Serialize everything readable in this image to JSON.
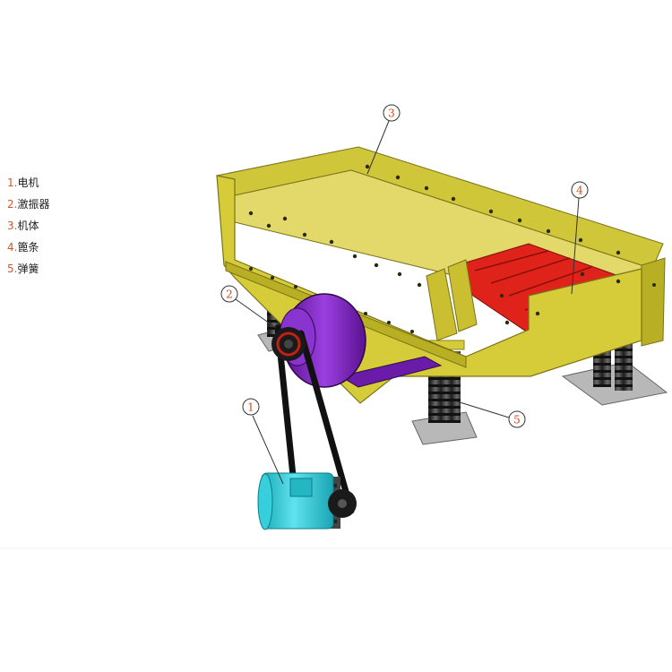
{
  "legend": {
    "items": [
      {
        "num": "1.",
        "label": "电机"
      },
      {
        "num": "2.",
        "label": "激振器"
      },
      {
        "num": "3.",
        "label": "机体"
      },
      {
        "num": "4.",
        "label": "篦条"
      },
      {
        "num": "5.",
        "label": "弹簧"
      }
    ]
  },
  "callouts": {
    "c1": "1",
    "c2": "2",
    "c3": "3",
    "c4": "4",
    "c5": "5"
  },
  "colors": {
    "body": "#d6cc3a",
    "body_shadow": "#b9af24",
    "grate": "#e0231a",
    "exciter": "#7a1fb8",
    "motor": "#1fc1d0",
    "spring": "#3a3a3a",
    "belt": "#111111",
    "accent_text": "#d9541e"
  }
}
